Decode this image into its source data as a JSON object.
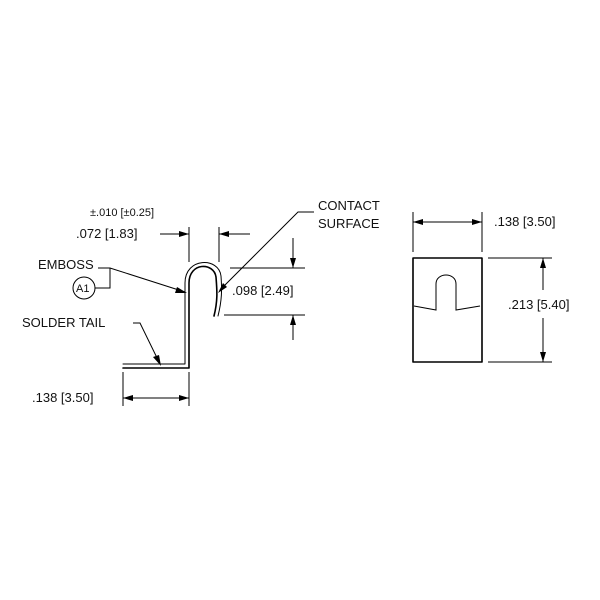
{
  "side_view": {
    "tolerance": "±.010 [±0.25]",
    "width_dim": ".072 [1.83]",
    "emboss_label": "EMBOSS",
    "emboss_callout": "A1",
    "solder_tail_label": "SOLDER TAIL",
    "base_dim": ".138 [3.50]",
    "contact_label_line1": "CONTACT",
    "contact_label_line2": "SURFACE",
    "contact_dim": ".098 [2.49]"
  },
  "front_view": {
    "width_dim": ".138 [3.50]",
    "height_dim": ".213 [5.40]"
  }
}
